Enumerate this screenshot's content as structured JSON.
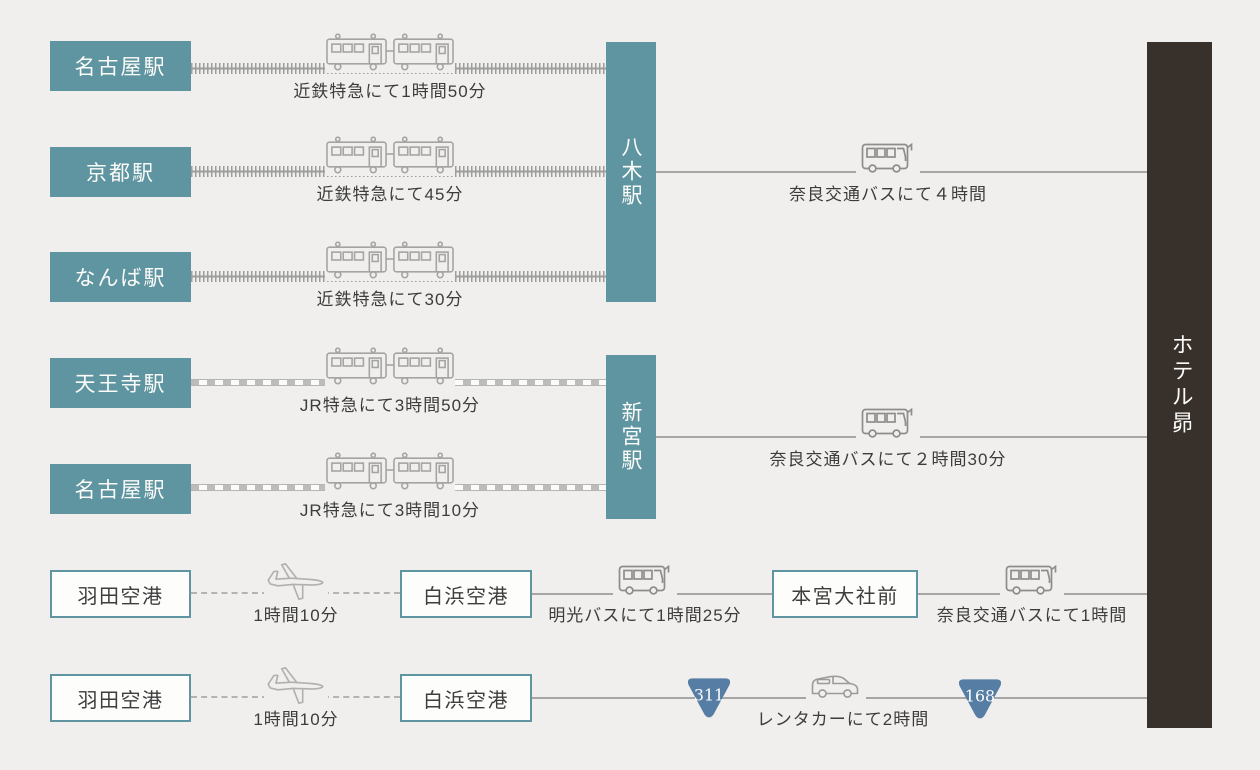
{
  "colors": {
    "station_box": "#5f95a0",
    "hotel_bar": "#38302b",
    "route_line": "#a6a6a4",
    "route_badge": "#567ea4",
    "background": "#f0efed",
    "label_text": "#3c3c3c"
  },
  "icons": {
    "train": "train-icon",
    "bus": "bus-icon",
    "airplane": "airplane-icon",
    "car": "car-icon",
    "route_badge": "route-badge-icon"
  },
  "hubs": {
    "yagi": "八木駅",
    "shingu": "新宮駅"
  },
  "hotel": "ホテル昴",
  "kintetsu_routes": [
    {
      "station": "名古屋駅",
      "label": "近鉄特急にて1時間50分"
    },
    {
      "station": "京都駅",
      "label": "近鉄特急にて45分"
    },
    {
      "station": "なんば駅",
      "label": "近鉄特急にて30分"
    }
  ],
  "jr_routes": [
    {
      "station": "天王寺駅",
      "label": "JR特急にて3時間50分"
    },
    {
      "station": "名古屋駅",
      "label": "JR特急にて3時間10分"
    }
  ],
  "bus_from_yagi": "奈良交通バスにて４時間",
  "bus_from_shingu": "奈良交通バスにて２時間30分",
  "air_route_1": {
    "origin": "羽田空港",
    "flight_duration": "1時間10分",
    "arrival_airport": "白浜空港",
    "bus1": "明光バスにて1時間25分",
    "stop": "本宮大社前",
    "bus2": "奈良交通バスにて1時間"
  },
  "air_route_2": {
    "origin": "羽田空港",
    "flight_duration": "1時間10分",
    "arrival_airport": "白浜空港",
    "route_badge_1": "311",
    "route_badge_2": "168",
    "car": "レンタカーにて2時間"
  }
}
